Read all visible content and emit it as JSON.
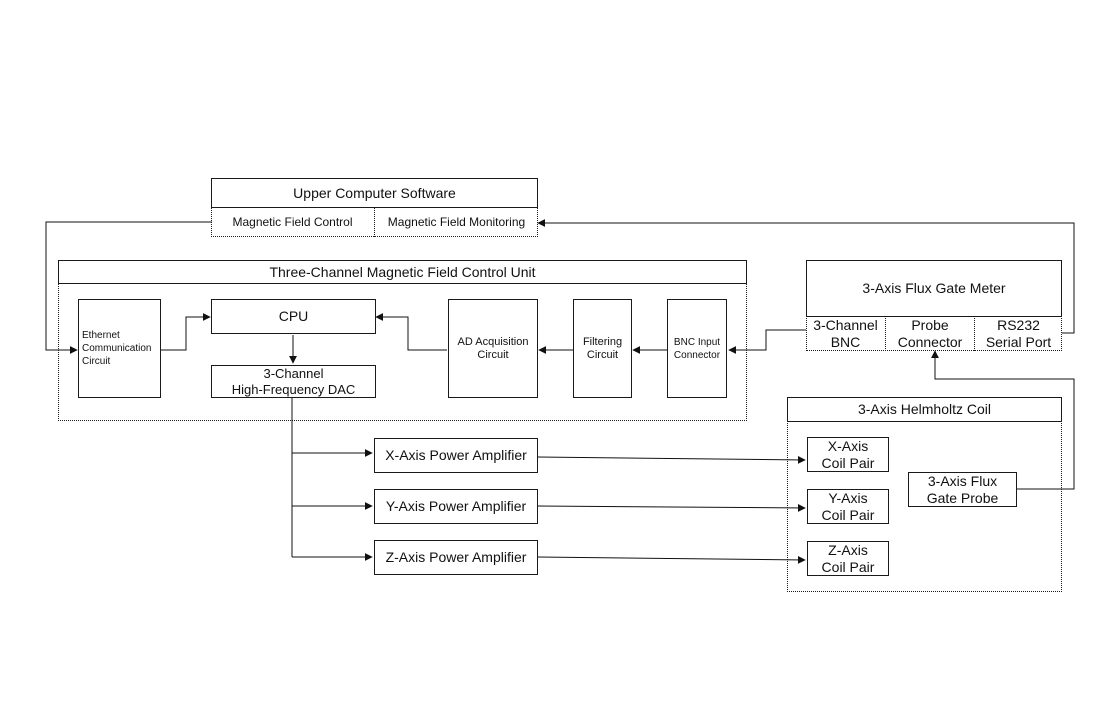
{
  "software": {
    "title": "Upper Computer Software",
    "control": "Magnetic Field Control",
    "monitoring": "Magnetic Field Monitoring"
  },
  "control_unit": {
    "title": "Three-Channel Magnetic Field Control Unit",
    "ethernet": "Ethernet\nCommunication\nCircuit",
    "cpu": "CPU",
    "dac": "3-Channel\nHigh-Frequency DAC",
    "ad": "AD Acquisition\nCircuit",
    "filter": "Filtering\nCircuit",
    "bnc_input": "BNC Input\nConnector"
  },
  "flux_meter": {
    "title": "3-Axis Flux Gate Meter",
    "bnc": "3-Channel\nBNC",
    "probe_conn": "Probe\nConnector",
    "rs232": "RS232\nSerial Port"
  },
  "amplifiers": {
    "x": "X-Axis Power Amplifier",
    "y": "Y-Axis Power Amplifier",
    "z": "Z-Axis Power Amplifier"
  },
  "helmholtz": {
    "title": "3-Axis Helmholtz Coil",
    "x_coil": "X-Axis\nCoil Pair",
    "y_coil": "Y-Axis\nCoil Pair",
    "z_coil": "Z-Axis\nCoil Pair",
    "probe": "3-Axis Flux\nGate Probe"
  }
}
